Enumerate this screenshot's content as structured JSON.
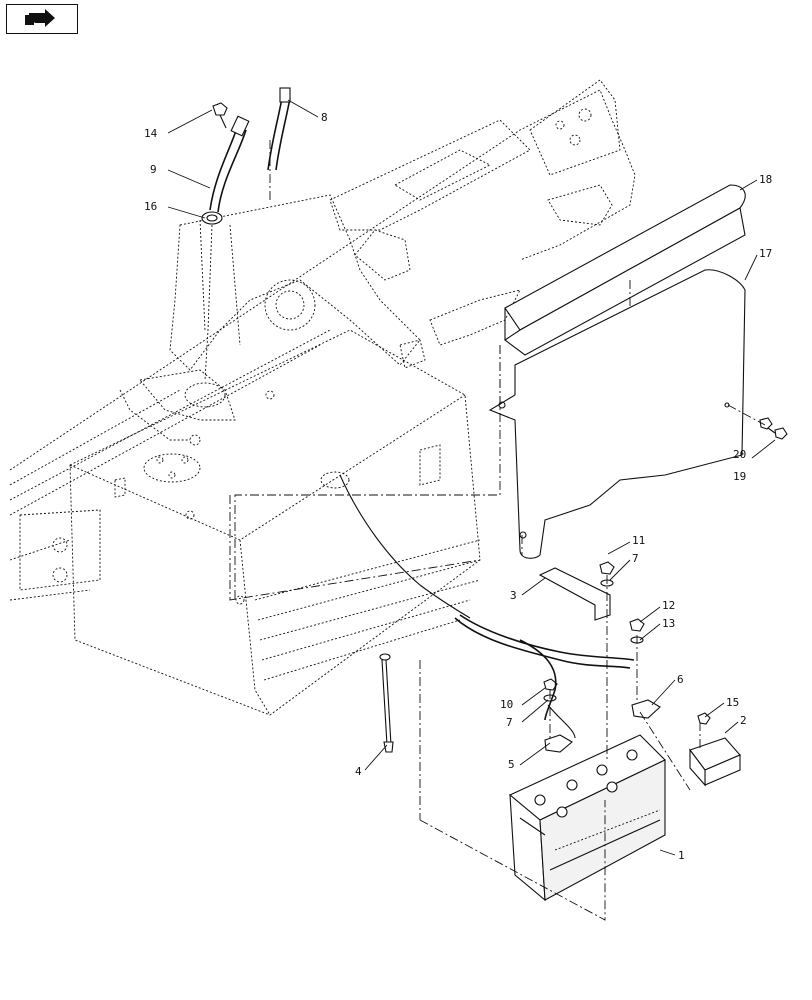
{
  "toolbar": {
    "nav_icon": "arrow-right-icon"
  },
  "callouts": [
    {
      "id": "c14",
      "text": "14"
    },
    {
      "id": "c8",
      "text": "8"
    },
    {
      "id": "c9",
      "text": "9"
    },
    {
      "id": "c16",
      "text": "16"
    },
    {
      "id": "c18",
      "text": "18"
    },
    {
      "id": "c17",
      "text": "17"
    },
    {
      "id": "c20",
      "text": "20"
    },
    {
      "id": "c19",
      "text": "19"
    },
    {
      "id": "c11",
      "text": "11"
    },
    {
      "id": "c7a",
      "text": "7"
    },
    {
      "id": "c3",
      "text": "3"
    },
    {
      "id": "c12",
      "text": "12"
    },
    {
      "id": "c13",
      "text": "13"
    },
    {
      "id": "c6",
      "text": "6"
    },
    {
      "id": "c10",
      "text": "10"
    },
    {
      "id": "c7b",
      "text": "7"
    },
    {
      "id": "c15",
      "text": "15"
    },
    {
      "id": "c2",
      "text": "2"
    },
    {
      "id": "c5",
      "text": "5"
    },
    {
      "id": "c4",
      "text": "4"
    },
    {
      "id": "c1",
      "text": "1"
    }
  ]
}
